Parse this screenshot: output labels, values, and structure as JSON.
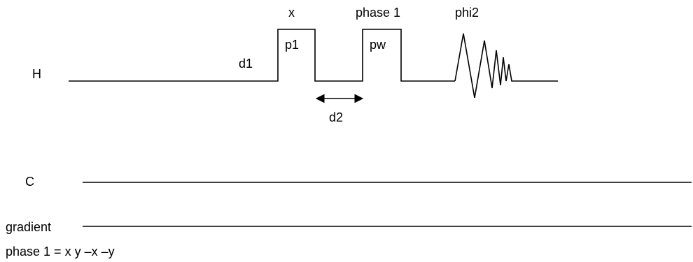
{
  "channels": {
    "proton": "H",
    "carbon": "C",
    "gradient": "gradient"
  },
  "pulses": {
    "first_phase": "x",
    "first_name": "p1",
    "second_phase": "phase 1",
    "second_name": "pw"
  },
  "delays": {
    "relaxation": "d1",
    "interpulse": "d2"
  },
  "acquisition": {
    "phase": "phi2"
  },
  "phase_cycle": {
    "text": "phase 1 = x y –x –y"
  }
}
